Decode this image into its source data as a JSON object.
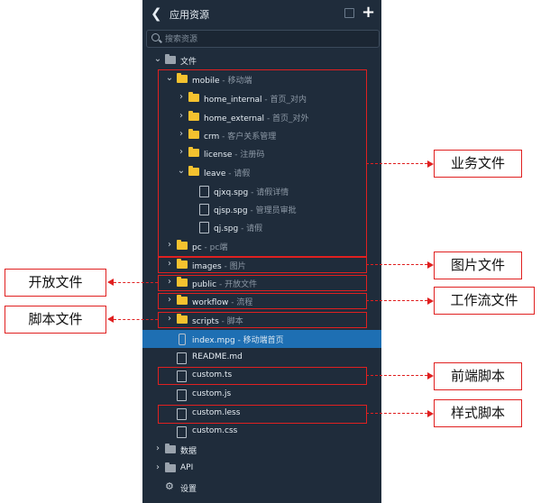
{
  "header": {
    "title": "应用资源"
  },
  "search": {
    "placeholder": "搜索资源"
  },
  "tree": [
    {
      "key": "root",
      "label": "文件",
      "desc": ""
    },
    {
      "key": "mobile",
      "label": "mobile",
      "desc": "- 移动端"
    },
    {
      "key": "home_internal",
      "label": "home_internal",
      "desc": "- 首页_对内"
    },
    {
      "key": "home_external",
      "label": "home_external",
      "desc": "- 首页_对外"
    },
    {
      "key": "crm",
      "label": "crm",
      "desc": "- 客户关系管理"
    },
    {
      "key": "license",
      "label": "license",
      "desc": "- 注册码"
    },
    {
      "key": "leave",
      "label": "leave",
      "desc": "- 请假"
    },
    {
      "key": "qjxq",
      "label": "qjxq.spg",
      "desc": "- 请假详情"
    },
    {
      "key": "qjsp",
      "label": "qjsp.spg",
      "desc": "- 管理员审批"
    },
    {
      "key": "qj",
      "label": "qj.spg",
      "desc": "- 请假"
    },
    {
      "key": "pc",
      "label": "pc",
      "desc": "- pc端"
    },
    {
      "key": "images",
      "label": "images",
      "desc": "- 图片"
    },
    {
      "key": "public",
      "label": "public",
      "desc": "- 开放文件"
    },
    {
      "key": "workflow",
      "label": "workflow",
      "desc": "- 流程"
    },
    {
      "key": "scripts",
      "label": "scripts",
      "desc": "- 脚本"
    },
    {
      "key": "index",
      "label": "index.mpg",
      "desc": "- 移动端首页"
    },
    {
      "key": "readme",
      "label": "README.md",
      "desc": ""
    },
    {
      "key": "custom_ts",
      "label": "custom.ts",
      "desc": ""
    },
    {
      "key": "custom_js",
      "label": "custom.js",
      "desc": ""
    },
    {
      "key": "custom_less",
      "label": "custom.less",
      "desc": ""
    },
    {
      "key": "custom_css",
      "label": "custom.css",
      "desc": ""
    },
    {
      "key": "data",
      "label": "数据",
      "desc": ""
    },
    {
      "key": "api",
      "label": "API",
      "desc": ""
    },
    {
      "key": "settings",
      "label": "设置",
      "desc": ""
    }
  ],
  "annotations": {
    "business": "业务文件",
    "images": "图片文件",
    "public": "开放文件",
    "workflow": "工作流文件",
    "scripts": "脚本文件",
    "frontend": "前端脚本",
    "style": "样式脚本"
  },
  "colors": {
    "panel_bg": "#1f2c3b",
    "selected": "#1e6fb3",
    "folder": "#f5c22f",
    "annotation_red": "#e02020"
  }
}
